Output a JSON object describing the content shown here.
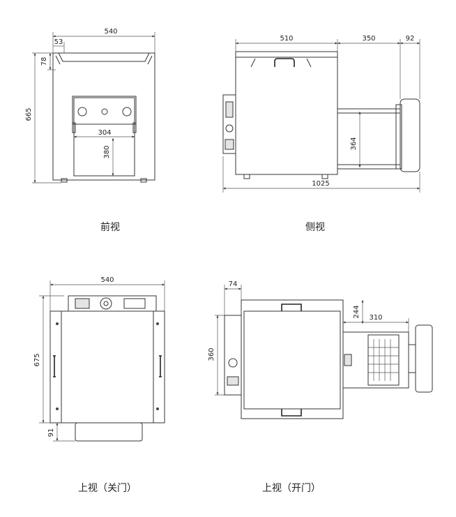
{
  "views": {
    "front": {
      "caption": "前视",
      "dims": {
        "width": "540",
        "edge": "53",
        "lid": "78",
        "height": "665",
        "door_w": "304",
        "door_h": "380"
      }
    },
    "side": {
      "caption": "侧视",
      "dims": {
        "body": "510",
        "drawer": "350",
        "handle": "92",
        "drawer_h": "364",
        "total": "1025"
      }
    },
    "top_closed": {
      "caption": "上视（关门）",
      "dims": {
        "width": "540",
        "depth": "675",
        "handle": "91"
      }
    },
    "top_open": {
      "caption": "上视（开门）",
      "dims": {
        "panel": "74",
        "panel_h": "360",
        "gap": "244",
        "drawer": "310"
      }
    }
  }
}
